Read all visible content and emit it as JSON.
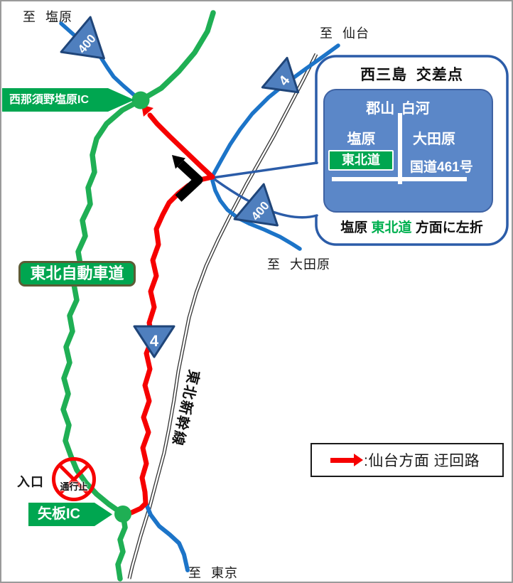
{
  "colors": {
    "road_green": "#1FAF54",
    "road_red": "#F60000",
    "road_blue": "#1C74C8",
    "railway_black": "#333333",
    "shield_fill": "#4F7FBE",
    "shield_border": "#1F4579",
    "badge_green": "#00A650",
    "badge_border_olive": "#5C5C35",
    "inset_sign_blue": "#5B87C8",
    "inset_border_blue": "#2B5CA8",
    "caption_green": "#00B050"
  },
  "labels": {
    "to_shiobara": "至 塩原",
    "to_sendai": "至 仙台",
    "to_otawara": "至 大田原",
    "to_tokyo": "至 東京",
    "shinkansen": "東北新幹線",
    "entrance": "入口",
    "road_closed": "通行止"
  },
  "badges": {
    "nishinasuno_shiobara_ic": "西那須野塩原IC",
    "yaita_ic": "矢板IC",
    "tohoku_expressway": "東北自動車道"
  },
  "route_shields": {
    "route_400": "400",
    "route_4": "4"
  },
  "inset": {
    "title": "西三島 交差点",
    "sign": {
      "straight": "郡山 白河",
      "left_direction": "塩原",
      "left_road": "東北道",
      "right_direction": "大田原",
      "right_road": "国道461号"
    },
    "caption": {
      "dest": "塩原",
      "road": "東北道",
      "suffix": "方面に左折"
    }
  },
  "legend": {
    "label": ":仙台方面 迂回路"
  }
}
